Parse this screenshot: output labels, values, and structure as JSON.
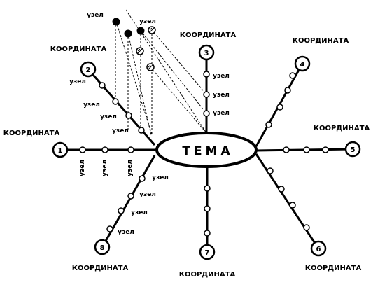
{
  "topic_label": "ТЕМА",
  "coordinate_label": "КООРДИНАТА",
  "node_label": "узел",
  "axes": [
    {
      "number": "1",
      "coordinate": "КООРДИНАТА"
    },
    {
      "number": "2",
      "coordinate": "КООРДИНАТА"
    },
    {
      "number": "3",
      "coordinate": "КООРДИНАТА"
    },
    {
      "number": "4",
      "coordinate": "КООРДИНАТА"
    },
    {
      "number": "5",
      "coordinate": "КООРДИНАТА"
    },
    {
      "number": "6",
      "coordinate": "КООРДИНАТА"
    },
    {
      "number": "7",
      "coordinate": "КООРДИНАТА"
    },
    {
      "number": "8",
      "coordinate": "КООРДИНАТА"
    }
  ],
  "colors": {
    "stroke": "#000000",
    "background": "#ffffff"
  }
}
